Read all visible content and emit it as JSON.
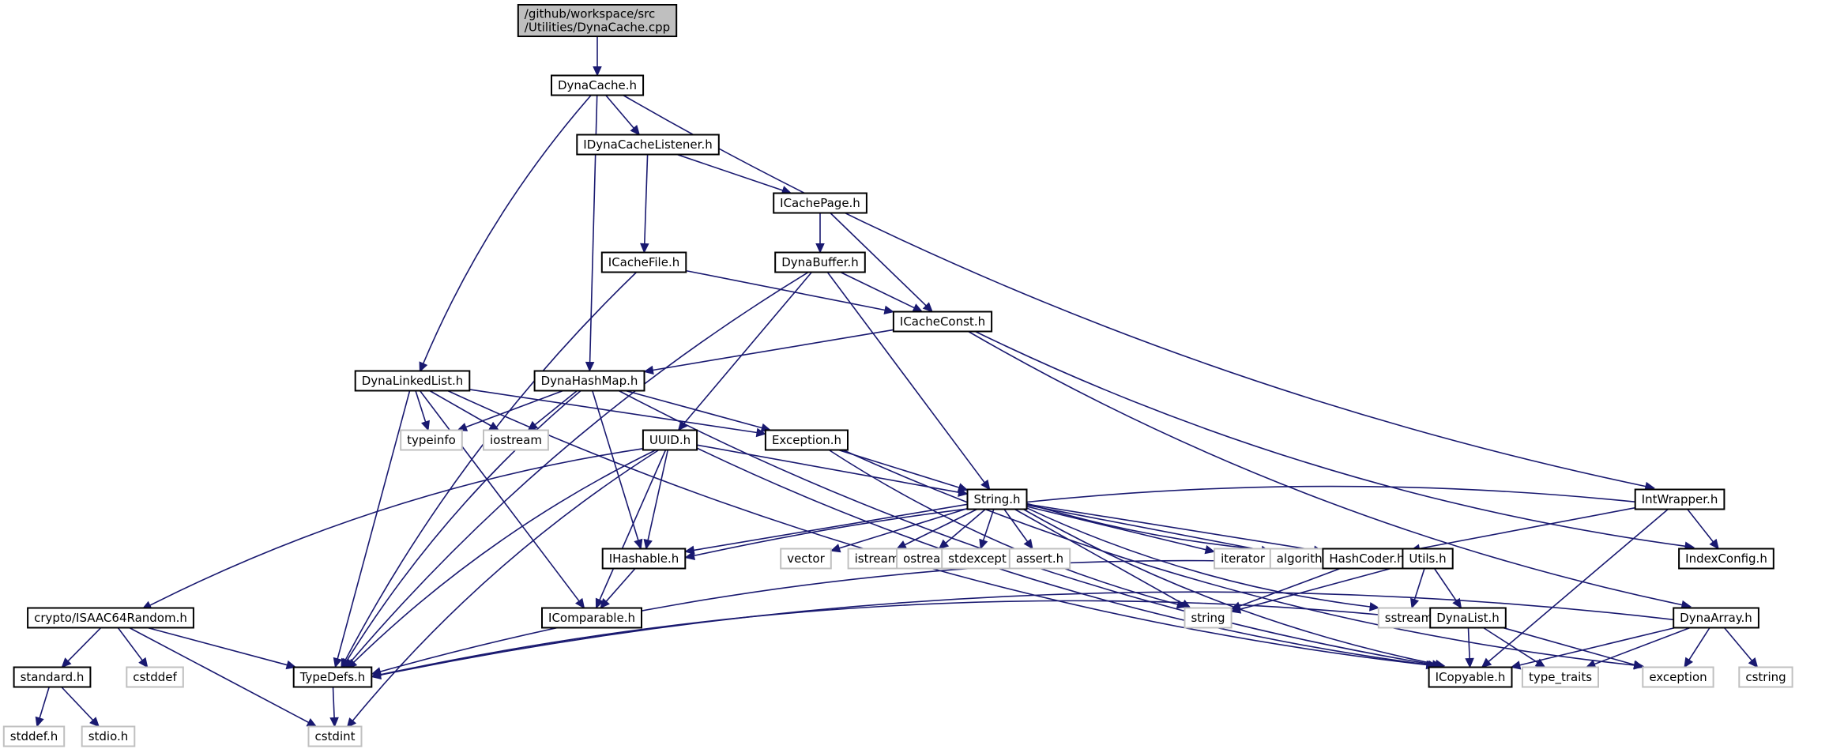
{
  "title": "Include dependency graph for DynaCache.cpp",
  "colors": {
    "edge": "#191970",
    "root_fill": "#bfbfbf",
    "local_border": "#000000",
    "system_border": "#c0c0c0"
  },
  "nodes": [
    {
      "id": "root",
      "label": [
        "/github/workspace/src",
        "/Utilities/DynaCache.cpp"
      ],
      "kind": "root"
    },
    {
      "id": "DynaCache",
      "label": [
        "DynaCache.h"
      ],
      "kind": "local"
    },
    {
      "id": "IDynaCacheListener",
      "label": [
        "IDynaCacheListener.h"
      ],
      "kind": "local"
    },
    {
      "id": "ICachePage",
      "label": [
        "ICachePage.h"
      ],
      "kind": "local"
    },
    {
      "id": "ICacheFile",
      "label": [
        "ICacheFile.h"
      ],
      "kind": "local"
    },
    {
      "id": "DynaBuffer",
      "label": [
        "DynaBuffer.h"
      ],
      "kind": "local"
    },
    {
      "id": "ICacheConst",
      "label": [
        "ICacheConst.h"
      ],
      "kind": "local"
    },
    {
      "id": "DynaLinkedList",
      "label": [
        "DynaLinkedList.h"
      ],
      "kind": "local"
    },
    {
      "id": "DynaHashMap",
      "label": [
        "DynaHashMap.h"
      ],
      "kind": "local"
    },
    {
      "id": "typeinfo",
      "label": [
        "typeinfo"
      ],
      "kind": "system"
    },
    {
      "id": "iostream",
      "label": [
        "iostream"
      ],
      "kind": "system"
    },
    {
      "id": "UUID",
      "label": [
        "UUID.h"
      ],
      "kind": "local"
    },
    {
      "id": "Exception",
      "label": [
        "Exception.h"
      ],
      "kind": "local"
    },
    {
      "id": "String",
      "label": [
        "String.h"
      ],
      "kind": "local"
    },
    {
      "id": "IntWrapper",
      "label": [
        "IntWrapper.h"
      ],
      "kind": "local"
    },
    {
      "id": "IHashable",
      "label": [
        "IHashable.h"
      ],
      "kind": "local"
    },
    {
      "id": "vector",
      "label": [
        "vector"
      ],
      "kind": "system"
    },
    {
      "id": "istream",
      "label": [
        "istream"
      ],
      "kind": "system"
    },
    {
      "id": "ostream",
      "label": [
        "ostream"
      ],
      "kind": "system"
    },
    {
      "id": "stdexcept",
      "label": [
        "stdexcept"
      ],
      "kind": "system"
    },
    {
      "id": "assert",
      "label": [
        "assert.h"
      ],
      "kind": "system"
    },
    {
      "id": "iterator",
      "label": [
        "iterator"
      ],
      "kind": "system"
    },
    {
      "id": "algorithm",
      "label": [
        "algorithm"
      ],
      "kind": "system"
    },
    {
      "id": "HashCoder",
      "label": [
        "HashCoder.h"
      ],
      "kind": "local"
    },
    {
      "id": "Utils",
      "label": [
        "Utils.h"
      ],
      "kind": "local"
    },
    {
      "id": "IndexConfig",
      "label": [
        "IndexConfig.h"
      ],
      "kind": "local"
    },
    {
      "id": "IComparable",
      "label": [
        "IComparable.h"
      ],
      "kind": "local"
    },
    {
      "id": "string",
      "label": [
        "string"
      ],
      "kind": "system"
    },
    {
      "id": "sstream",
      "label": [
        "sstream"
      ],
      "kind": "system"
    },
    {
      "id": "DynaList",
      "label": [
        "DynaList.h"
      ],
      "kind": "local"
    },
    {
      "id": "DynaArray",
      "label": [
        "DynaArray.h"
      ],
      "kind": "local"
    },
    {
      "id": "ISAAC64Random",
      "label": [
        "crypto/ISAAC64Random.h"
      ],
      "kind": "local"
    },
    {
      "id": "standard",
      "label": [
        "standard.h"
      ],
      "kind": "local"
    },
    {
      "id": "cstddef",
      "label": [
        "cstddef"
      ],
      "kind": "system"
    },
    {
      "id": "TypeDefs",
      "label": [
        "TypeDefs.h"
      ],
      "kind": "local"
    },
    {
      "id": "ICopyable",
      "label": [
        "ICopyable.h"
      ],
      "kind": "local"
    },
    {
      "id": "type_traits",
      "label": [
        "type_traits"
      ],
      "kind": "system"
    },
    {
      "id": "exception",
      "label": [
        "exception"
      ],
      "kind": "system"
    },
    {
      "id": "cstring",
      "label": [
        "cstring"
      ],
      "kind": "system"
    },
    {
      "id": "stddef",
      "label": [
        "stddef.h"
      ],
      "kind": "system"
    },
    {
      "id": "stdio",
      "label": [
        "stdio.h"
      ],
      "kind": "system"
    },
    {
      "id": "cstdint",
      "label": [
        "cstdint"
      ],
      "kind": "system"
    }
  ],
  "edges": [
    [
      "root",
      "DynaCache"
    ],
    [
      "DynaCache",
      "IDynaCacheListener"
    ],
    [
      "DynaCache",
      "DynaLinkedList"
    ],
    [
      "DynaCache",
      "DynaHashMap"
    ],
    [
      "DynaCache",
      "IntWrapper"
    ],
    [
      "IDynaCacheListener",
      "ICacheFile"
    ],
    [
      "IDynaCacheListener",
      "ICachePage"
    ],
    [
      "ICachePage",
      "DynaBuffer"
    ],
    [
      "ICachePage",
      "ICacheConst"
    ],
    [
      "ICacheFile",
      "ICacheConst"
    ],
    [
      "ICacheFile",
      "TypeDefs"
    ],
    [
      "DynaBuffer",
      "ICacheConst"
    ],
    [
      "DynaBuffer",
      "UUID"
    ],
    [
      "DynaBuffer",
      "String"
    ],
    [
      "DynaBuffer",
      "TypeDefs"
    ],
    [
      "ICacheConst",
      "DynaHashMap"
    ],
    [
      "ICacheConst",
      "IndexConfig"
    ],
    [
      "ICacheConst",
      "DynaArray"
    ],
    [
      "DynaLinkedList",
      "typeinfo"
    ],
    [
      "DynaLinkedList",
      "iostream"
    ],
    [
      "DynaLinkedList",
      "Exception"
    ],
    [
      "DynaLinkedList",
      "TypeDefs"
    ],
    [
      "DynaLinkedList",
      "IComparable"
    ],
    [
      "DynaLinkedList",
      "ICopyable"
    ],
    [
      "DynaHashMap",
      "typeinfo"
    ],
    [
      "DynaHashMap",
      "iostream"
    ],
    [
      "DynaHashMap",
      "Exception"
    ],
    [
      "DynaHashMap",
      "IHashable"
    ],
    [
      "DynaHashMap",
      "TypeDefs"
    ],
    [
      "DynaHashMap",
      "ICopyable"
    ],
    [
      "UUID",
      "String"
    ],
    [
      "UUID",
      "IHashable"
    ],
    [
      "UUID",
      "IComparable"
    ],
    [
      "UUID",
      "ISAAC64Random"
    ],
    [
      "UUID",
      "TypeDefs"
    ],
    [
      "UUID",
      "cstdint"
    ],
    [
      "UUID",
      "ICopyable"
    ],
    [
      "Exception",
      "String"
    ],
    [
      "Exception",
      "string"
    ],
    [
      "Exception",
      "exception"
    ],
    [
      "String",
      "IHashable"
    ],
    [
      "String",
      "vector"
    ],
    [
      "String",
      "istream"
    ],
    [
      "String",
      "ostream"
    ],
    [
      "String",
      "stdexcept"
    ],
    [
      "String",
      "assert"
    ],
    [
      "String",
      "iterator"
    ],
    [
      "String",
      "algorithm"
    ],
    [
      "String",
      "HashCoder"
    ],
    [
      "String",
      "Utils"
    ],
    [
      "String",
      "string"
    ],
    [
      "String",
      "sstream"
    ],
    [
      "String",
      "ICopyable"
    ],
    [
      "IntWrapper",
      "IHashable"
    ],
    [
      "IntWrapper",
      "HashCoder"
    ],
    [
      "IntWrapper",
      "IndexConfig"
    ],
    [
      "IntWrapper",
      "ICopyable"
    ],
    [
      "IHashable",
      "IComparable"
    ],
    [
      "HashCoder",
      "string"
    ],
    [
      "HashCoder",
      "TypeDefs"
    ],
    [
      "Utils",
      "string"
    ],
    [
      "Utils",
      "DynaList"
    ],
    [
      "Utils",
      "sstream"
    ],
    [
      "DynaList",
      "TypeDefs"
    ],
    [
      "DynaList",
      "ICopyable"
    ],
    [
      "DynaList",
      "type_traits"
    ],
    [
      "DynaList",
      "exception"
    ],
    [
      "DynaArray",
      "TypeDefs"
    ],
    [
      "DynaArray",
      "ICopyable"
    ],
    [
      "DynaArray",
      "type_traits"
    ],
    [
      "DynaArray",
      "exception"
    ],
    [
      "DynaArray",
      "cstring"
    ],
    [
      "ISAAC64Random",
      "standard"
    ],
    [
      "ISAAC64Random",
      "cstddef"
    ],
    [
      "ISAAC64Random",
      "TypeDefs"
    ],
    [
      "ISAAC64Random",
      "cstdint"
    ],
    [
      "standard",
      "stddef"
    ],
    [
      "standard",
      "stdio"
    ],
    [
      "TypeDefs",
      "cstdint"
    ]
  ]
}
